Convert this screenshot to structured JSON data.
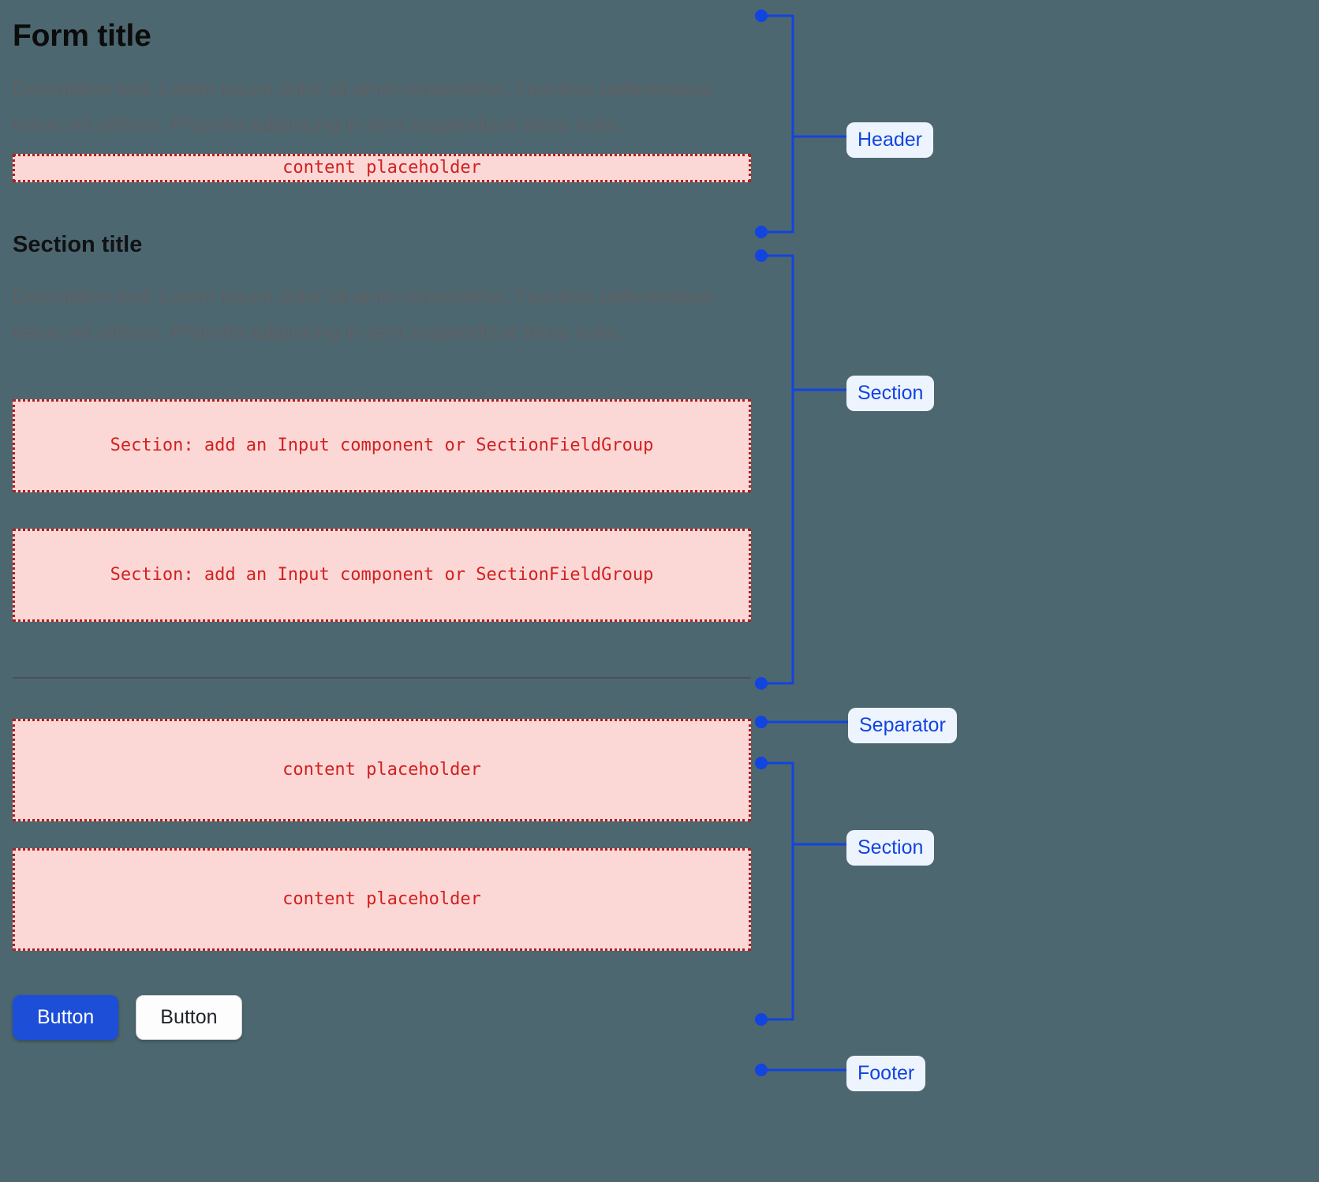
{
  "page": {
    "background_color": "#4d6770",
    "accent_blue": "#1144e0",
    "placeholder_red": "#d32020",
    "placeholder_fill": "#fbd8d6"
  },
  "header": {
    "title": "Form title",
    "description": "Description text. Lorem ipsum dolor sit amet consectetur. Faucibus pellentesque netus vel ultrices. Pharetra adipiscing in sem suspendisse tellus nulla.",
    "placeholder": "content placeholder"
  },
  "section": {
    "title": "Section title",
    "description": "Description text. Lorem ipsum dolor sit amet consectetur. Faucibus pellentesque netus vel ultrices. Pharetra adipiscing in sem suspendisse tellus nulla.",
    "placeholders": [
      "Section: add an Input component or SectionFieldGroup",
      "Section: add an Input component or SectionFieldGroup"
    ]
  },
  "section_two": {
    "placeholders": [
      "content placeholder",
      "content placeholder"
    ]
  },
  "footer": {
    "primary_button": "Button",
    "secondary_button": "Button"
  },
  "annotations": [
    {
      "label": "Header",
      "kind": "bracket"
    },
    {
      "label": "Section",
      "kind": "bracket"
    },
    {
      "label": "Separator",
      "kind": "point"
    },
    {
      "label": "Section",
      "kind": "bracket"
    },
    {
      "label": "Footer",
      "kind": "point"
    }
  ]
}
